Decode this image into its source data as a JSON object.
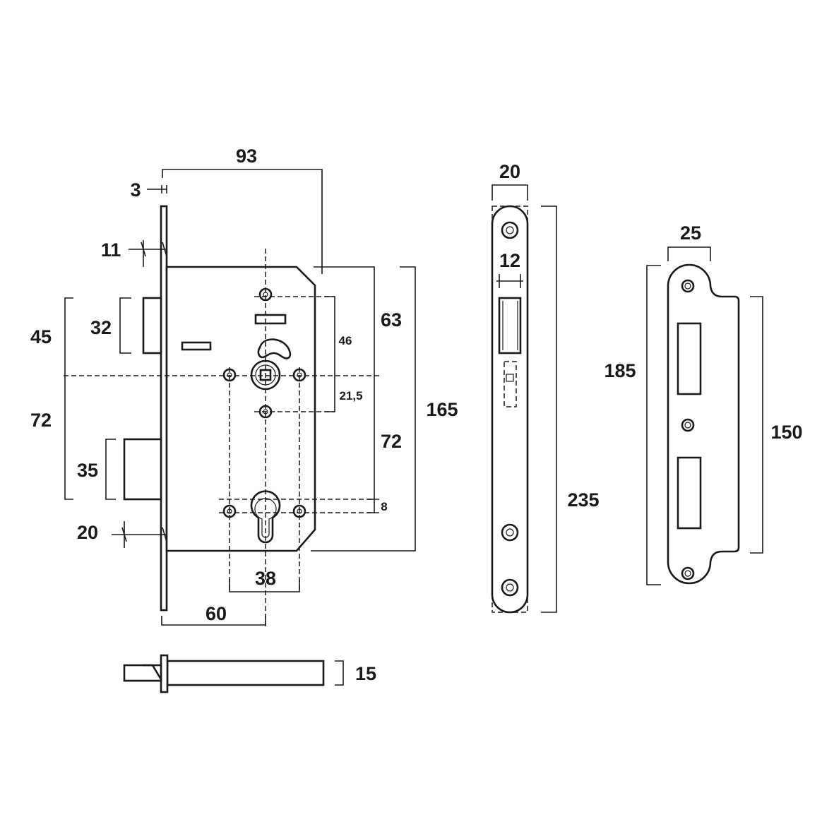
{
  "mortise_lock": {
    "dim_93": "93",
    "dim_3": "3",
    "dim_11": "11",
    "dim_45": "45",
    "dim_32": "32",
    "dim_72_left": "72",
    "dim_35": "35",
    "dim_20": "20",
    "dim_60": "60",
    "dim_38": "38",
    "dim_46": "46",
    "dim_21_5": "21,5",
    "dim_8": "8",
    "dim_63": "63",
    "dim_72_right": "72",
    "dim_165": "165"
  },
  "side_view": {
    "dim_15": "15"
  },
  "faceplate": {
    "dim_20": "20",
    "dim_12": "12",
    "dim_235": "235"
  },
  "strike_plate": {
    "dim_25": "25",
    "dim_185": "185",
    "dim_150": "150"
  }
}
